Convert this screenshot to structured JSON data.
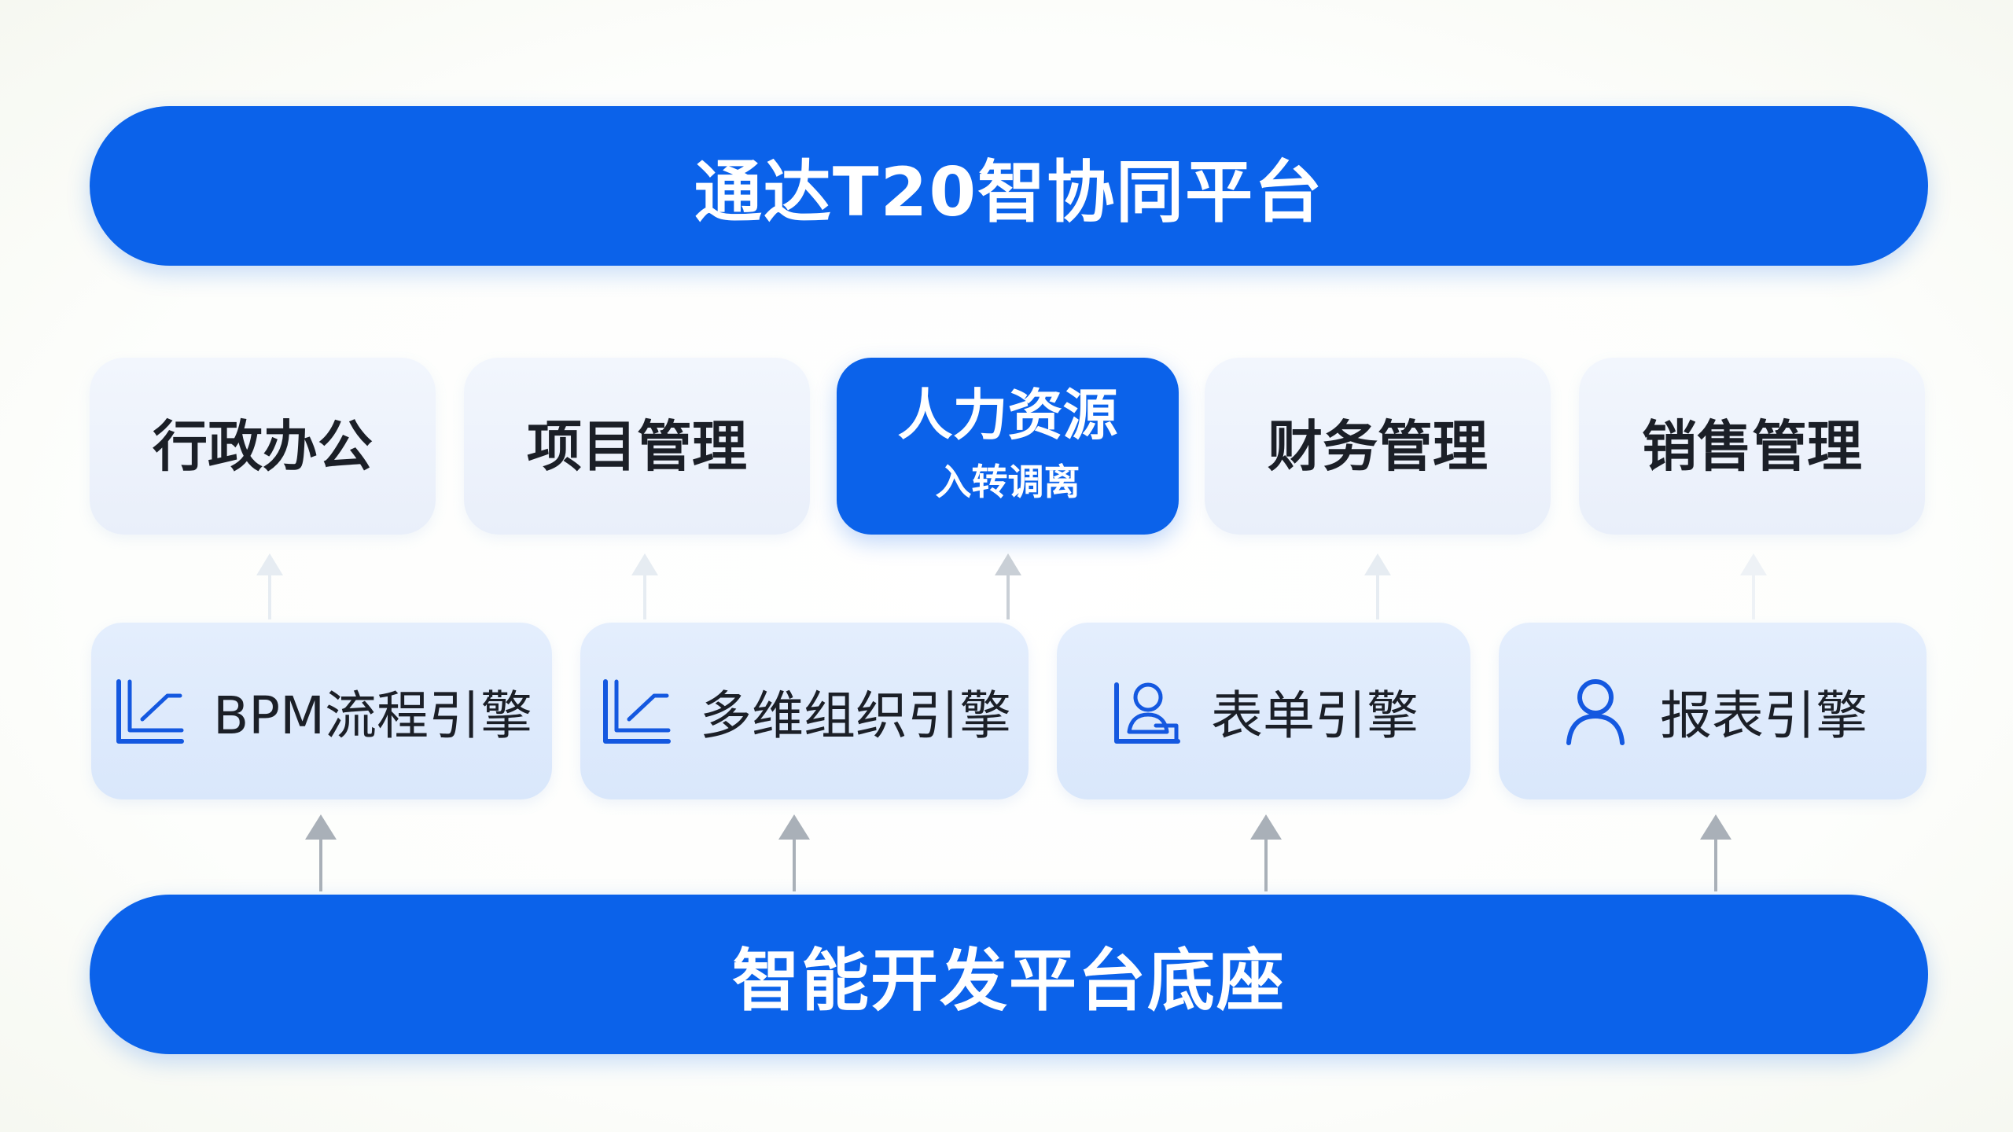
{
  "platform": {
    "top_title": "通达T20智协同平台",
    "bottom_title": "智能开发平台底座"
  },
  "modules": [
    {
      "label": "行政办公",
      "active": false
    },
    {
      "label": "项目管理",
      "active": false
    },
    {
      "label": "人力资源",
      "sublabel": "入转调离",
      "active": true
    },
    {
      "label": "财务管理",
      "active": false
    },
    {
      "label": "销售管理",
      "active": false
    }
  ],
  "engines": [
    {
      "label": "BPM流程引擎",
      "icon": "chart-line-icon"
    },
    {
      "label": "多维组织引擎",
      "icon": "chart-line-icon"
    },
    {
      "label": "表单引擎",
      "icon": "user-form-icon"
    },
    {
      "label": "报表引擎",
      "icon": "user-icon"
    }
  ],
  "colors": {
    "accent": "#0b62ea",
    "module_bg": "#eef3fb",
    "engine_bg": "#dde9fc",
    "text_dark": "#1b1f27",
    "arrow_gray": "#a9b0b8",
    "arrow_faint": "#e6ecf2"
  }
}
